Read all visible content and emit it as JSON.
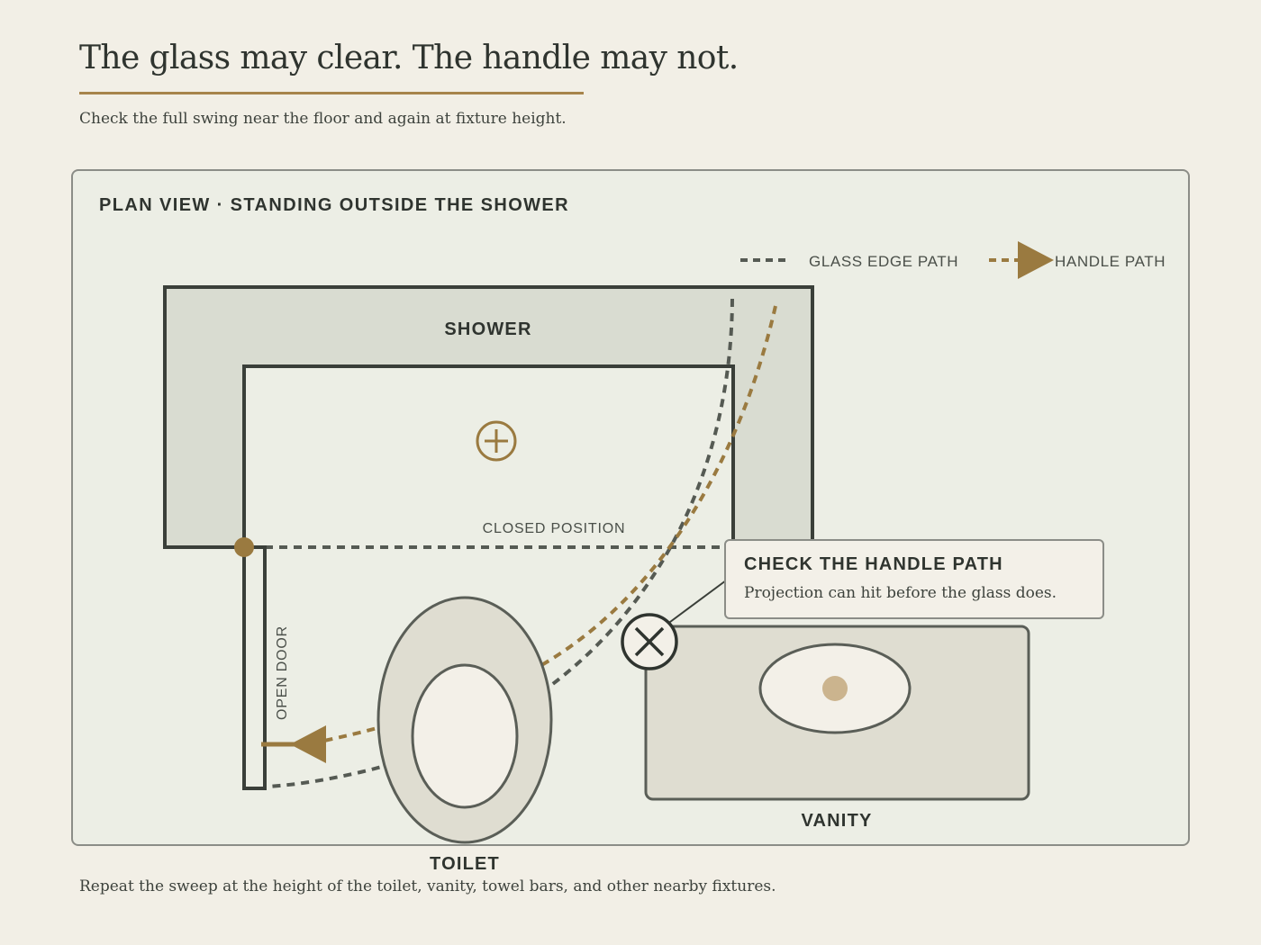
{
  "header": {
    "title": "The glass may clear. The handle may not.",
    "subtitle": "Check the full swing near the floor and again at fixture height."
  },
  "panel": {
    "title": "PLAN VIEW · STANDING OUTSIDE THE SHOWER"
  },
  "legend": {
    "glass_edge_label": "GLASS EDGE PATH",
    "handle_label": "HANDLE PATH"
  },
  "labels": {
    "shower": "SHOWER",
    "closed_position": "CLOSED POSITION",
    "open_door": "OPEN DOOR",
    "toilet": "TOILET",
    "vanity": "VANITY"
  },
  "callout": {
    "title": "CHECK THE HANDLE PATH",
    "body": "Projection can hit before the glass does."
  },
  "footer": {
    "note": "Repeat the sweep at the height of the toilet, vanity, towel bars, and other nearby fixtures."
  },
  "colors": {
    "background": "#f2efe6",
    "panel": "#eceee5",
    "accent": "#a7844b",
    "handle": "#9a7a40",
    "ink": "#3a3f39",
    "glass_path": "#555a53",
    "fixture_fill": "#dfddd1",
    "fixture_inner": "#f3f0e8"
  },
  "icons": {
    "drain": "crosshair-circle-icon",
    "collision": "x-circle-icon",
    "hinge": "hinge-dot-icon",
    "arrow": "arrow-head-icon"
  }
}
